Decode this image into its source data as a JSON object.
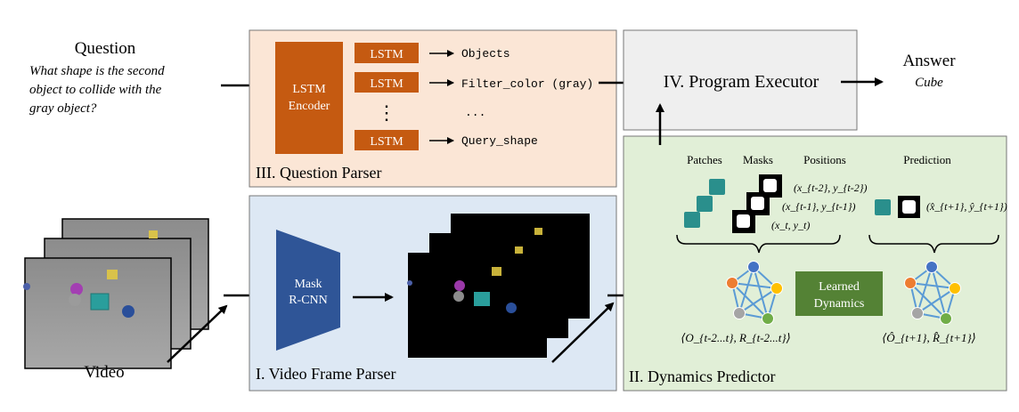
{
  "question": {
    "heading": "Question",
    "lines": [
      "What shape is the second",
      "object to collide with the",
      "gray object?"
    ]
  },
  "answer": {
    "heading": "Answer",
    "value": "Cube"
  },
  "video_label": "Video",
  "question_parser": {
    "title": "III. Question Parser",
    "encoder": [
      "LSTM",
      "Encoder"
    ],
    "lstm_label": "LSTM",
    "dots": "⋮",
    "outputs": [
      "Objects",
      "Filter_color (gray)",
      "...",
      "Query_shape"
    ]
  },
  "program_executor": {
    "title": "IV. Program Executor"
  },
  "video_frame_parser": {
    "title": "I. Video Frame Parser",
    "model": [
      "Mask",
      "R-CNN"
    ]
  },
  "dynamics_predictor": {
    "title": "II. Dynamics Predictor",
    "headers": {
      "patches": "Patches",
      "masks": "Masks",
      "positions": "Positions",
      "prediction": "Prediction"
    },
    "positions": [
      "(x_{t-2}, y_{t-2})",
      "(x_{t-1}, y_{t-1})",
      "(x_t, y_t)"
    ],
    "predicted_position": "(x̂_{t+1}, ŷ_{t+1})",
    "learned": [
      "Learned",
      "Dynamics"
    ],
    "graph_in_label": "⟨O_{t-2...t}, R_{t-2...t}⟩",
    "graph_out_label": "⟨Ô_{t+1}, R̂_{t+1}⟩"
  },
  "colors": {
    "parser_bg": "#fbe6d6",
    "executor_bg": "#efefef",
    "frame_bg": "#dde8f4",
    "dynamics_bg": "#e1efd7",
    "lstm": "#c55a11",
    "maskrcnn": "#2f5597",
    "learned": "#548235",
    "node_blue": "#4472c4",
    "node_orange": "#ed7d31",
    "node_yellow": "#ffc000",
    "node_green": "#70ad47",
    "node_gray": "#a5a5a5",
    "edge": "#5b9bd5"
  }
}
